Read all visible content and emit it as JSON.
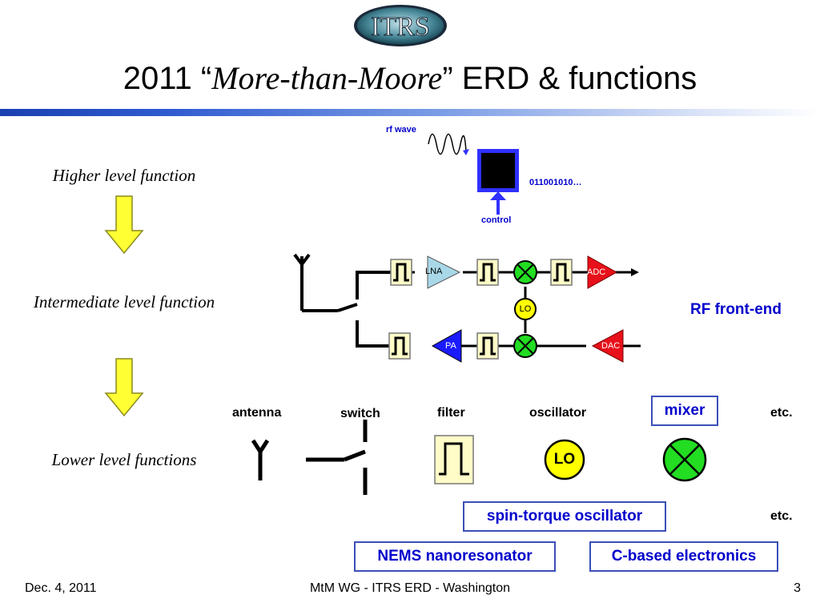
{
  "slide": {
    "logo_text": "ITRS",
    "title_prefix": "2011 “",
    "title_italic": "More-than-Moore",
    "title_suffix": "” ERD & functions"
  },
  "levels": {
    "higher": "Higher level function",
    "intermediate": "Intermediate level function",
    "lower": "Lower level functions"
  },
  "top_block": {
    "input_label": "rf wave",
    "output_label": "011001010…",
    "control_label": "control"
  },
  "rf_chain": {
    "lna": "LNA",
    "adc": "ADC",
    "pa": "PA",
    "dac": "DAC",
    "lo": "LO",
    "caption": "RF front-end"
  },
  "components": {
    "antenna": "antenna",
    "switch": "switch",
    "filter": "filter",
    "oscillator": "oscillator",
    "oscillator_symbol": "LO",
    "mixer": "mixer",
    "etc1": "etc.",
    "etc2": "etc."
  },
  "devices": {
    "spin_torque": "spin-torque oscillator",
    "nems": "NEMS nanoresonator",
    "c_based": "C-based electronics"
  },
  "footer": {
    "date": "Dec. 4, 2011",
    "center": "MtM WG - ITRS ERD - Washington",
    "page": "3"
  },
  "colors": {
    "title_band": "#1a3fb0",
    "filter_fill": "#fffcc8",
    "lna_fill": "#a8d8e8",
    "adc_fill": "#e8101a",
    "pa_fill": "#1a1aff",
    "mixer_fill": "#22dd22",
    "lo_fill": "#ffff00",
    "arrow_fill": "#ffff33",
    "box_text": "#0000cc"
  }
}
